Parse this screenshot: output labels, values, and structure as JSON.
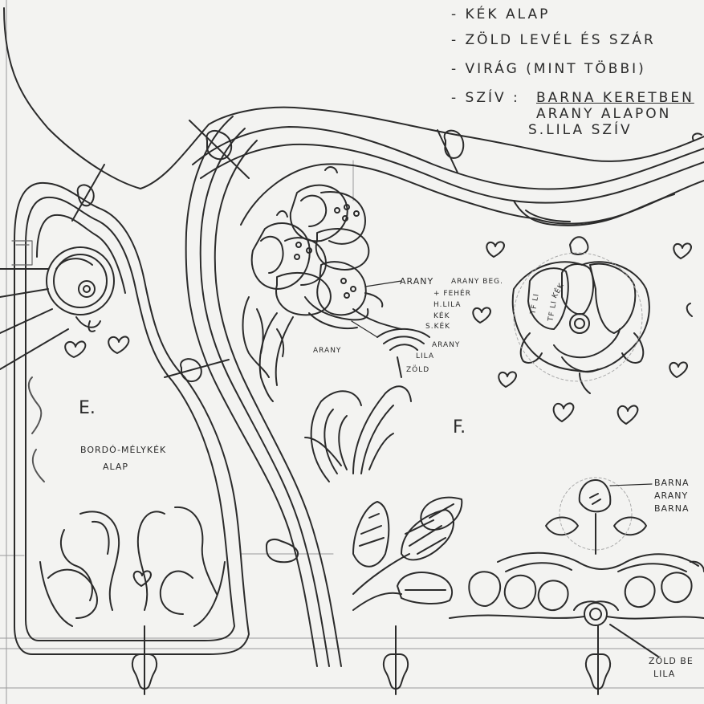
{
  "notes": {
    "line1": "- KÉK ALAP",
    "line2": "- ZÖLD LEVÉL ÉS SZÁR",
    "line3": "- VIRÁG (MINT TÖBBI)",
    "line4_prefix": "- SZÍV :",
    "line4_rest": "BARNA KERETBEN",
    "line5": "ARANY ALAPON",
    "line6": "S.LILA SZÍV"
  },
  "panel_e": {
    "letter": "E.",
    "label1": "BORDÓ-MÉLYKÉK",
    "label2": "ALAP"
  },
  "panel_f": {
    "letter": "F."
  },
  "flower_labels": {
    "arany_1": "ARANY",
    "arany_2": "ARANY BEG.",
    "feher": "+ FEHÉR",
    "h_lila": "H.LILA",
    "kek": "KÉK",
    "s_kek": "S.KÉK",
    "arany_3": "ARANY",
    "lila": "LILA",
    "zold": "ZÖLD",
    "arany_low": "ARANY"
  },
  "rosette_labels": {
    "kek": "KÉK",
    "tf_li_1": "TF LI",
    "tf_li_2": "TF LI"
  },
  "right_labels": {
    "barna_1": "BARNA",
    "arany": "ARANY",
    "barna_2": "BARNA"
  },
  "bottom_label": {
    "line1": "ZÖLD BE",
    "line2": "LILA"
  },
  "colors": {
    "paper": "#f3f3f1",
    "ink": "#2b2b2b",
    "pencil": "#8a8a8a"
  }
}
